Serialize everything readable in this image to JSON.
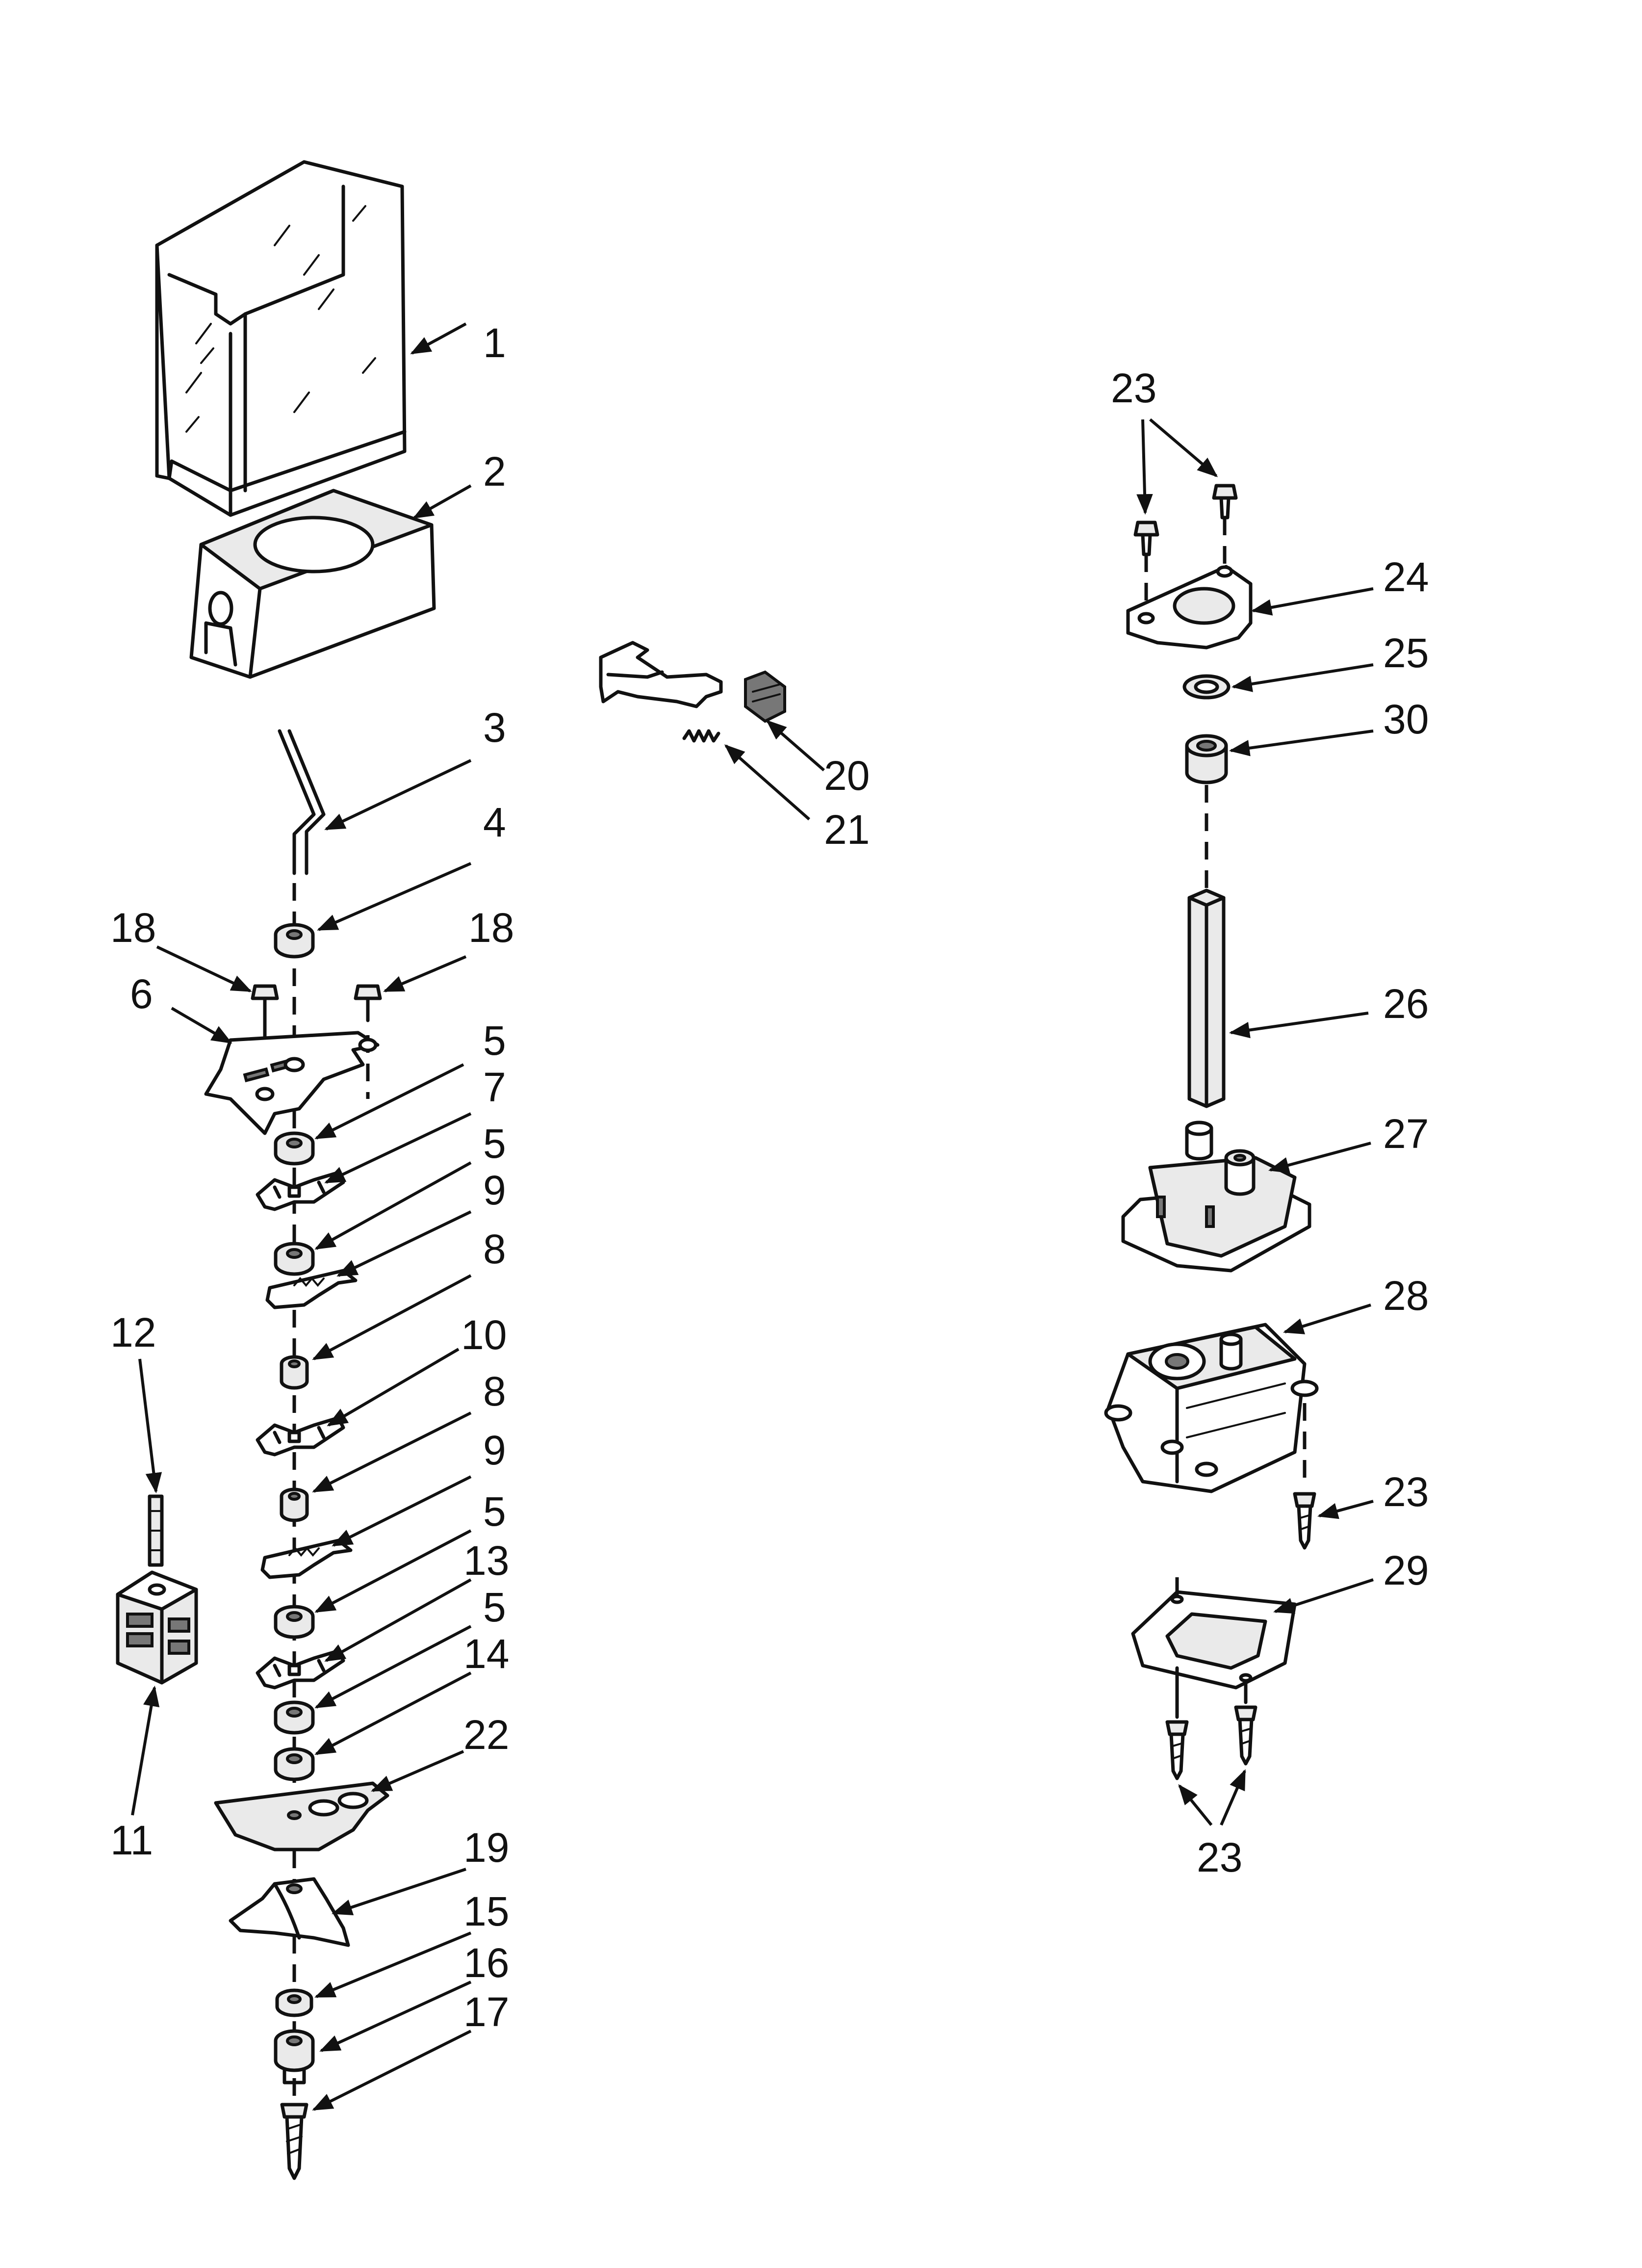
{
  "callouts": {
    "c1": "1",
    "c2": "2",
    "c3": "3",
    "c4": "4",
    "c18a": "18",
    "c18b": "18",
    "c6": "6",
    "c5a": "5",
    "c7": "7",
    "c5b": "5",
    "c9a": "9",
    "c8a": "8",
    "c10": "10",
    "c8b": "8",
    "c9b": "9",
    "c5c": "5",
    "c13": "13",
    "c5d": "5",
    "c14": "14",
    "c22": "22",
    "c19": "19",
    "c15": "15",
    "c16": "16",
    "c17": "17",
    "c12": "12",
    "c11": "11",
    "c20": "20",
    "c21": "21",
    "c23a": "23",
    "c24": "24",
    "c25": "25",
    "c30": "30",
    "c26": "26",
    "c27": "27",
    "c28": "28",
    "c23b": "23",
    "c29": "29",
    "c23c": "23"
  }
}
